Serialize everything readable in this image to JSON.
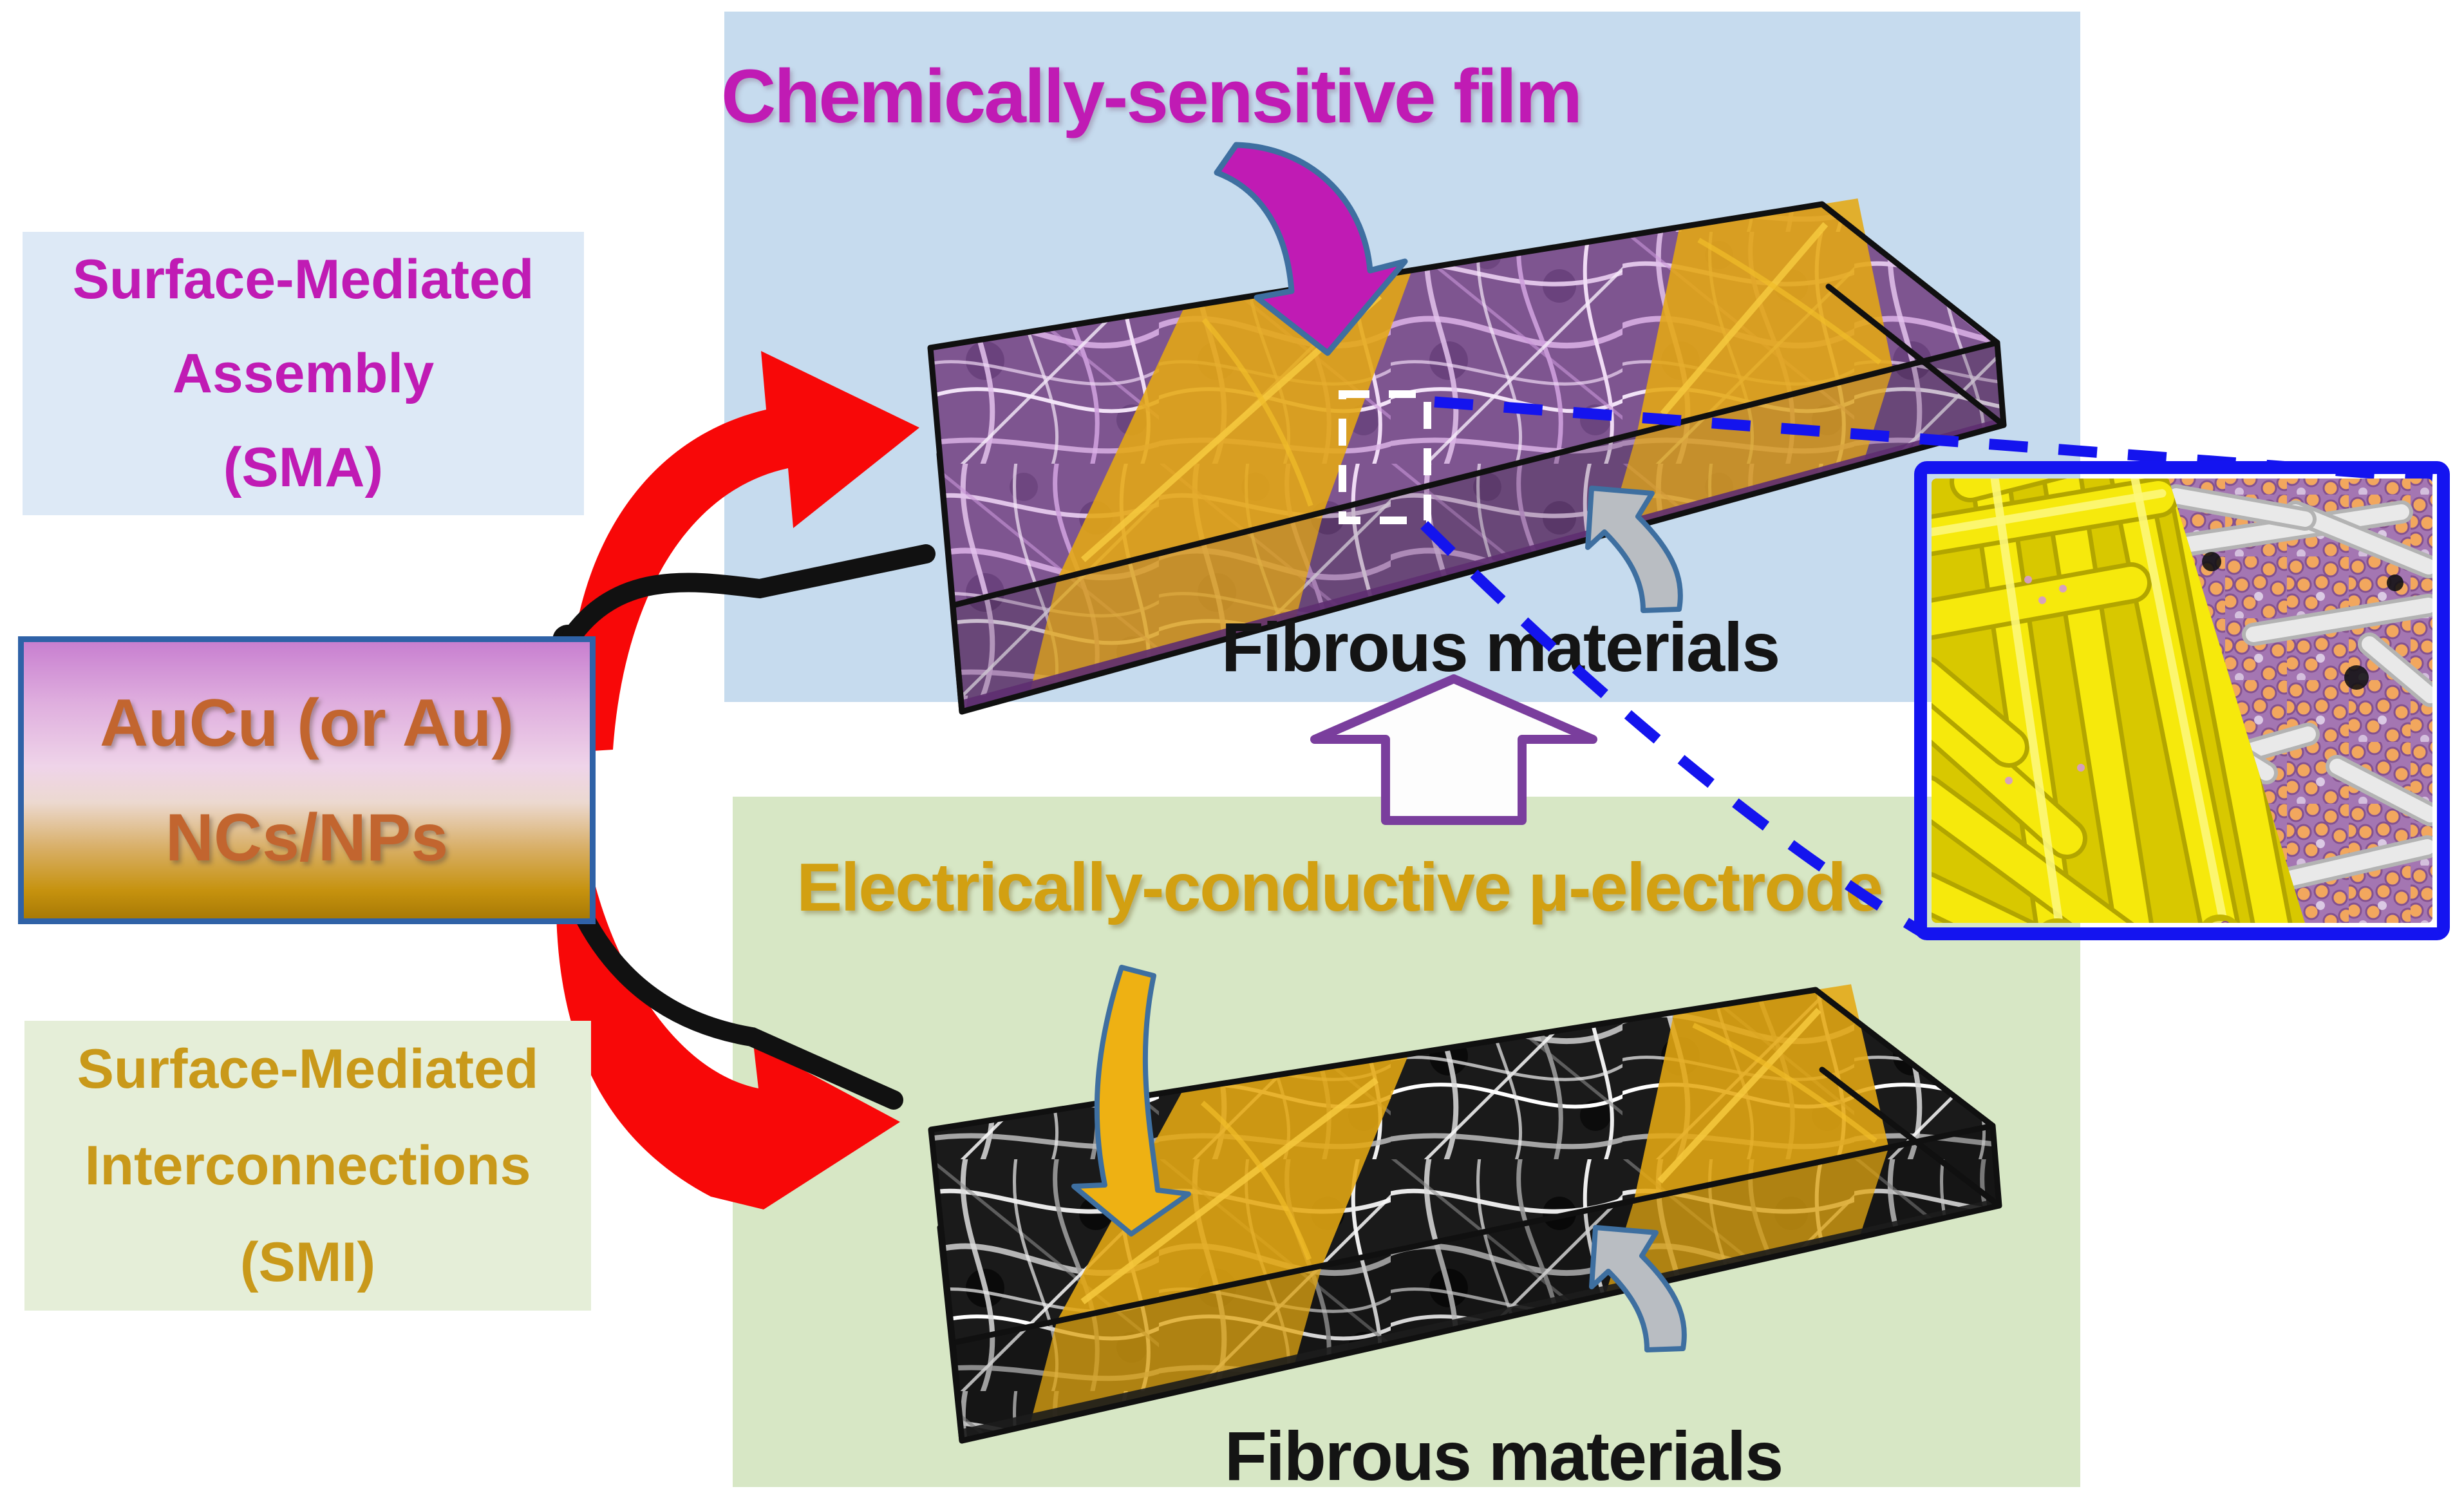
{
  "figure": {
    "top_panel": {
      "title": "Chemically-sensitive film",
      "fibrous_label": "Fibrous materials"
    },
    "bottom_panel": {
      "title": "Electrically-conductive μ-electrode",
      "fibrous_label": "Fibrous materials"
    },
    "sma_box": {
      "line1": "Surface-Mediated",
      "line2": "Assembly",
      "line3": "(SMA)"
    },
    "aucu_box": {
      "line1": "AuCu (or Au)",
      "line2": "NCs/NPs"
    },
    "smi_box": {
      "line1": "Surface-Mediated",
      "line2": "Interconnections",
      "line3": "(SMI)"
    }
  },
  "colors": {
    "panel_top_bg": "#c6dbee",
    "panel_bottom_bg": "#d7e7c5",
    "sma_box_bg": "#dde9f6",
    "smi_box_bg": "#e5eed8",
    "magenta": "#c01bb4",
    "gold_text": "#c9991a",
    "gold_title": "#d2a012",
    "copper_text": "#c2652f",
    "aucu_border": "#2f62a7",
    "red": "#f80808",
    "black": "#141414",
    "band_gold": "#e5a912",
    "inset_border": "#1414f0",
    "dash_blue": "#1414ee",
    "arrow_outline_blue": "#3e6fa0",
    "gray_arrow": "#b9bdc2",
    "up_arrow_outline": "#7a3e9d"
  }
}
